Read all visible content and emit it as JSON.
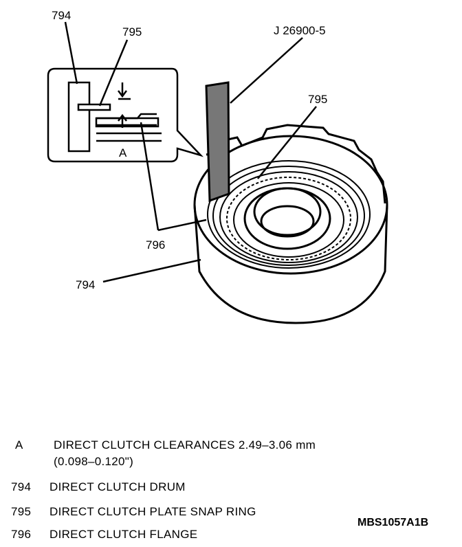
{
  "callouts": {
    "drum_inset": "794",
    "snap_ring_inset": "795",
    "tool": "J 26900-5",
    "snap_ring": "795",
    "flange": "796",
    "drum": "794",
    "clearance_marker": "A"
  },
  "legend": [
    {
      "key": "A",
      "text": "DIRECT CLUTCH CLEARANCES 2.49–3.06 mm",
      "text2": "(0.098–0.120\")"
    },
    {
      "key": "794",
      "text": "DIRECT CLUTCH DRUM"
    },
    {
      "key": "795",
      "text": "DIRECT CLUTCH PLATE SNAP RING"
    },
    {
      "key": "796",
      "text": "DIRECT CLUTCH FLANGE"
    }
  ],
  "figure_code": "MBS1057A1B"
}
